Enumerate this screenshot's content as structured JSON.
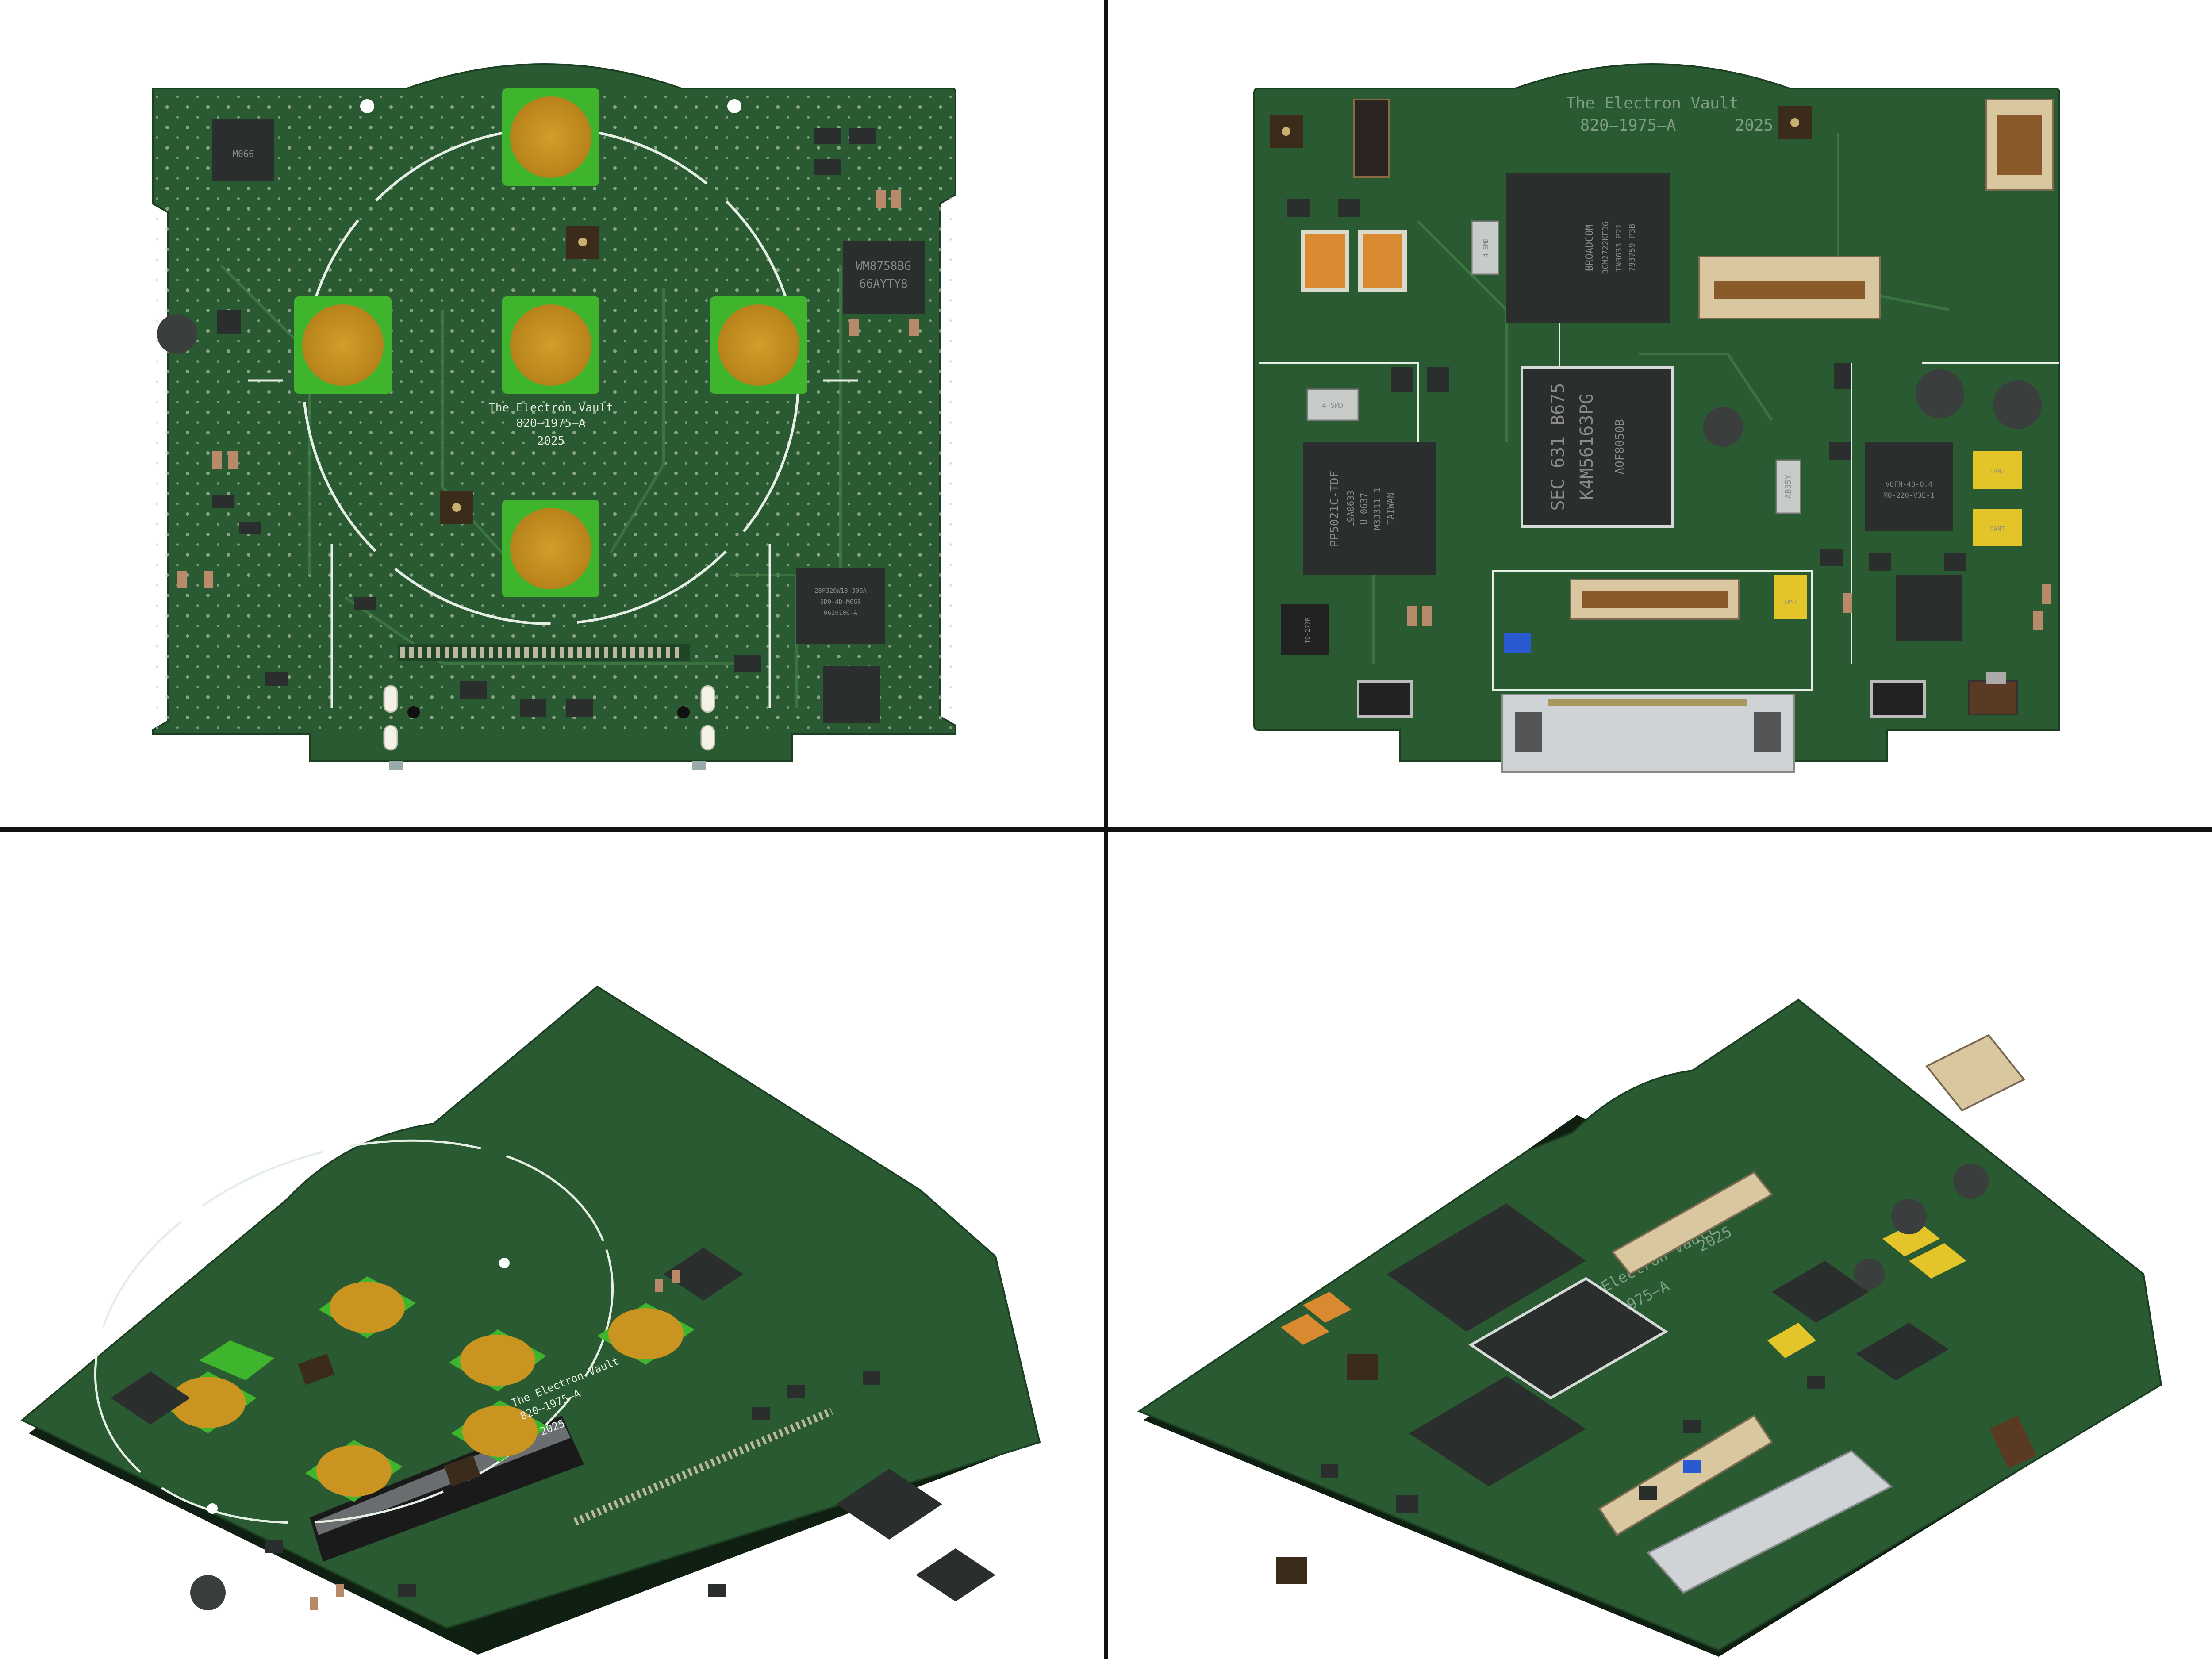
{
  "board_silkscreen": {
    "brand": "The Electron Vault",
    "part_number": "820–1975–A",
    "year": "2025"
  },
  "top_side_chips": {
    "codec": [
      "WM8758BG",
      "66AYTY8"
    ],
    "lt_chip": "M066",
    "flash_chip": [
      "28F320W18-300A",
      "5D0-4D-M0G8",
      "0620106-A"
    ]
  },
  "bottom_side_chips": {
    "soc": [
      "BROADCOM",
      "BCM2722KFBG",
      "TN0633 P21",
      "793759 P3B"
    ],
    "memory": [
      "SEC 631 B675",
      "K4M56163PG",
      "AOF8050B"
    ],
    "controller": [
      "PP5021C-TDF",
      "L9A0633",
      "U 0637",
      "M3J311 1",
      "TAIWAN"
    ],
    "oscillator": "4-SMD",
    "crystal": "AB35Y",
    "qfn_chip": [
      "VQFN-48-0.4",
      "MO-220-V3E-1"
    ],
    "tantalum": "TANT",
    "power_part": "TO-277R"
  },
  "colors": {
    "pcb": "#2a5a32",
    "pcb_dark": "#1e4627",
    "trace": "#3f7a44",
    "pad_gold": "#c99520",
    "pad_green": "#3fb52e",
    "silkscreen": "#e6efe6",
    "chip": "#2a2e2c",
    "connector_tan": "#d9c7a0",
    "connector_steel": "#cfd3d6",
    "background": "#ffffff",
    "divider": "#111111"
  }
}
